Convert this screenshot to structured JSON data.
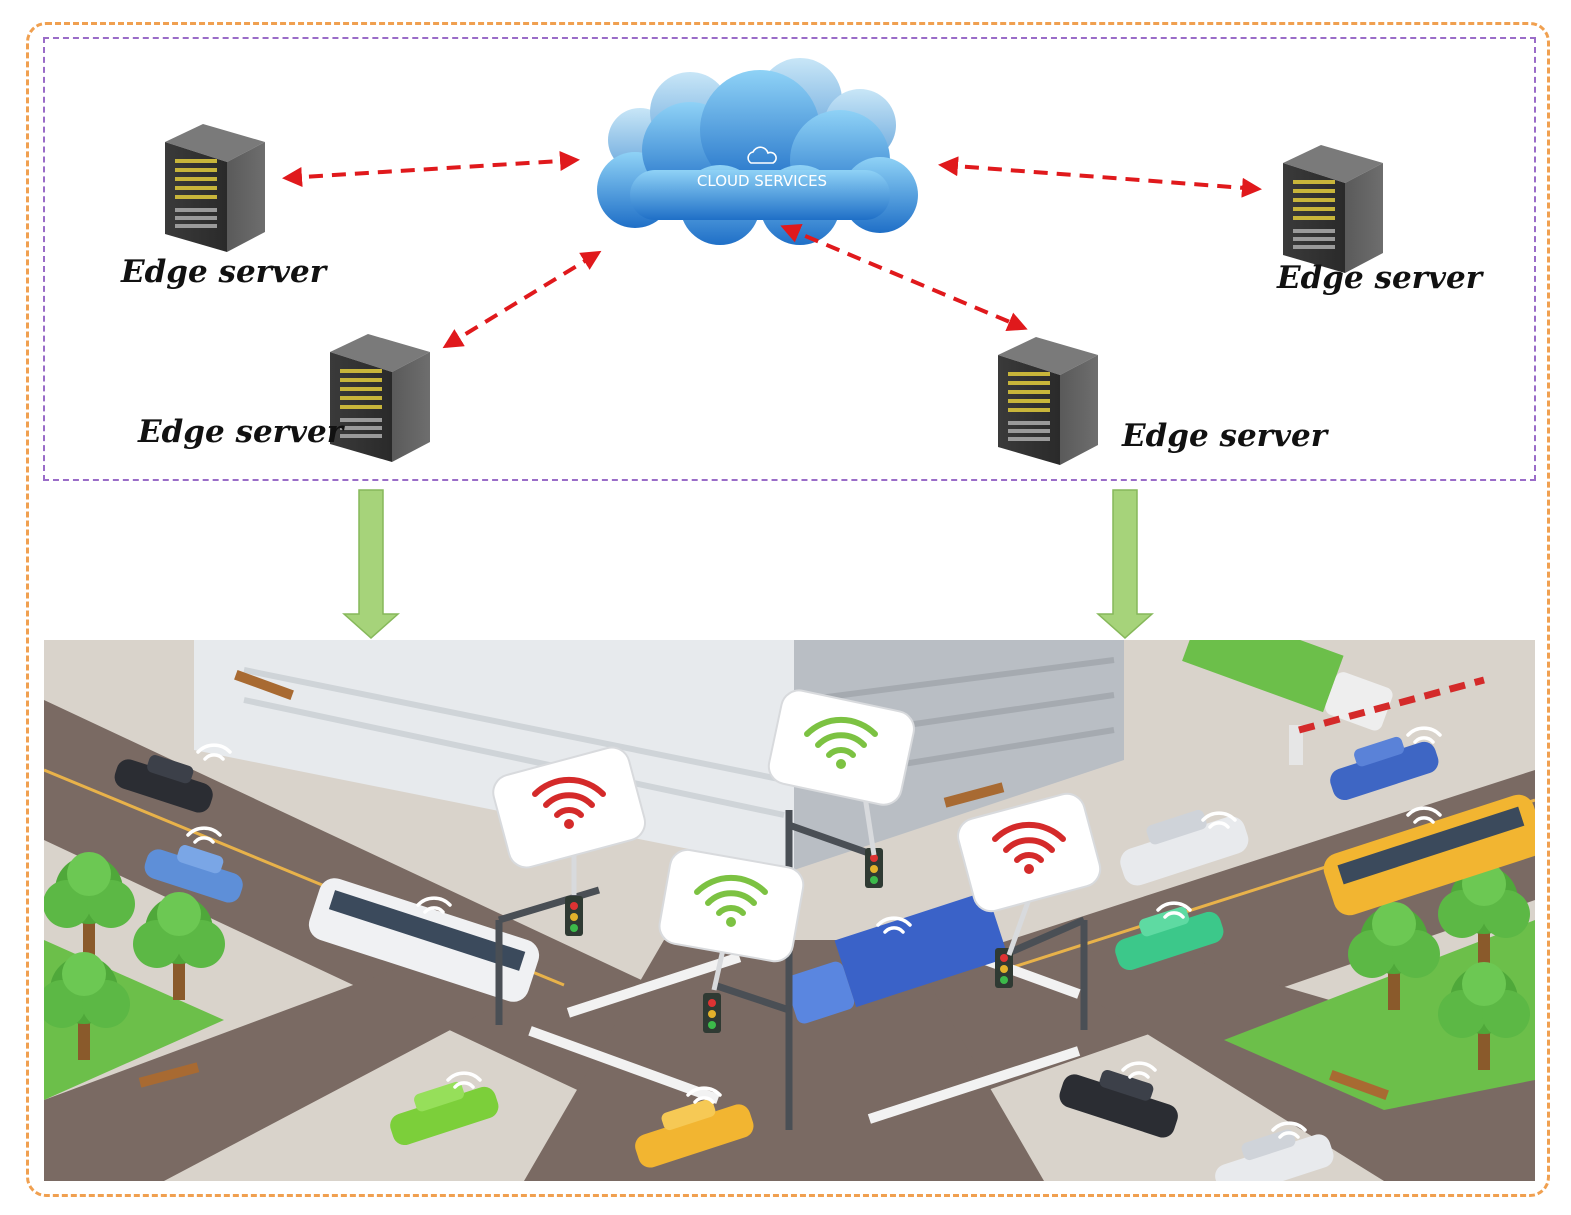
{
  "cloud": {
    "label": "CLOUD SERVICES",
    "icon": "cloud-icon"
  },
  "edge_servers": [
    {
      "label": "Edge server"
    },
    {
      "label": "Edge server"
    },
    {
      "label": "Edge server"
    },
    {
      "label": "Edge server"
    }
  ],
  "colors": {
    "outer_border": "#f0a050",
    "inner_border": "#9a6cc8",
    "link_arrow": "#e0191c",
    "down_arrow": "#a6d37a",
    "cloud": "#2f86d6",
    "server": "#4a4a4a",
    "wifi_red": "#d42a2a",
    "wifi_green": "#7cc242",
    "road": "#7a6a63",
    "grass": "#6cbf4a"
  }
}
